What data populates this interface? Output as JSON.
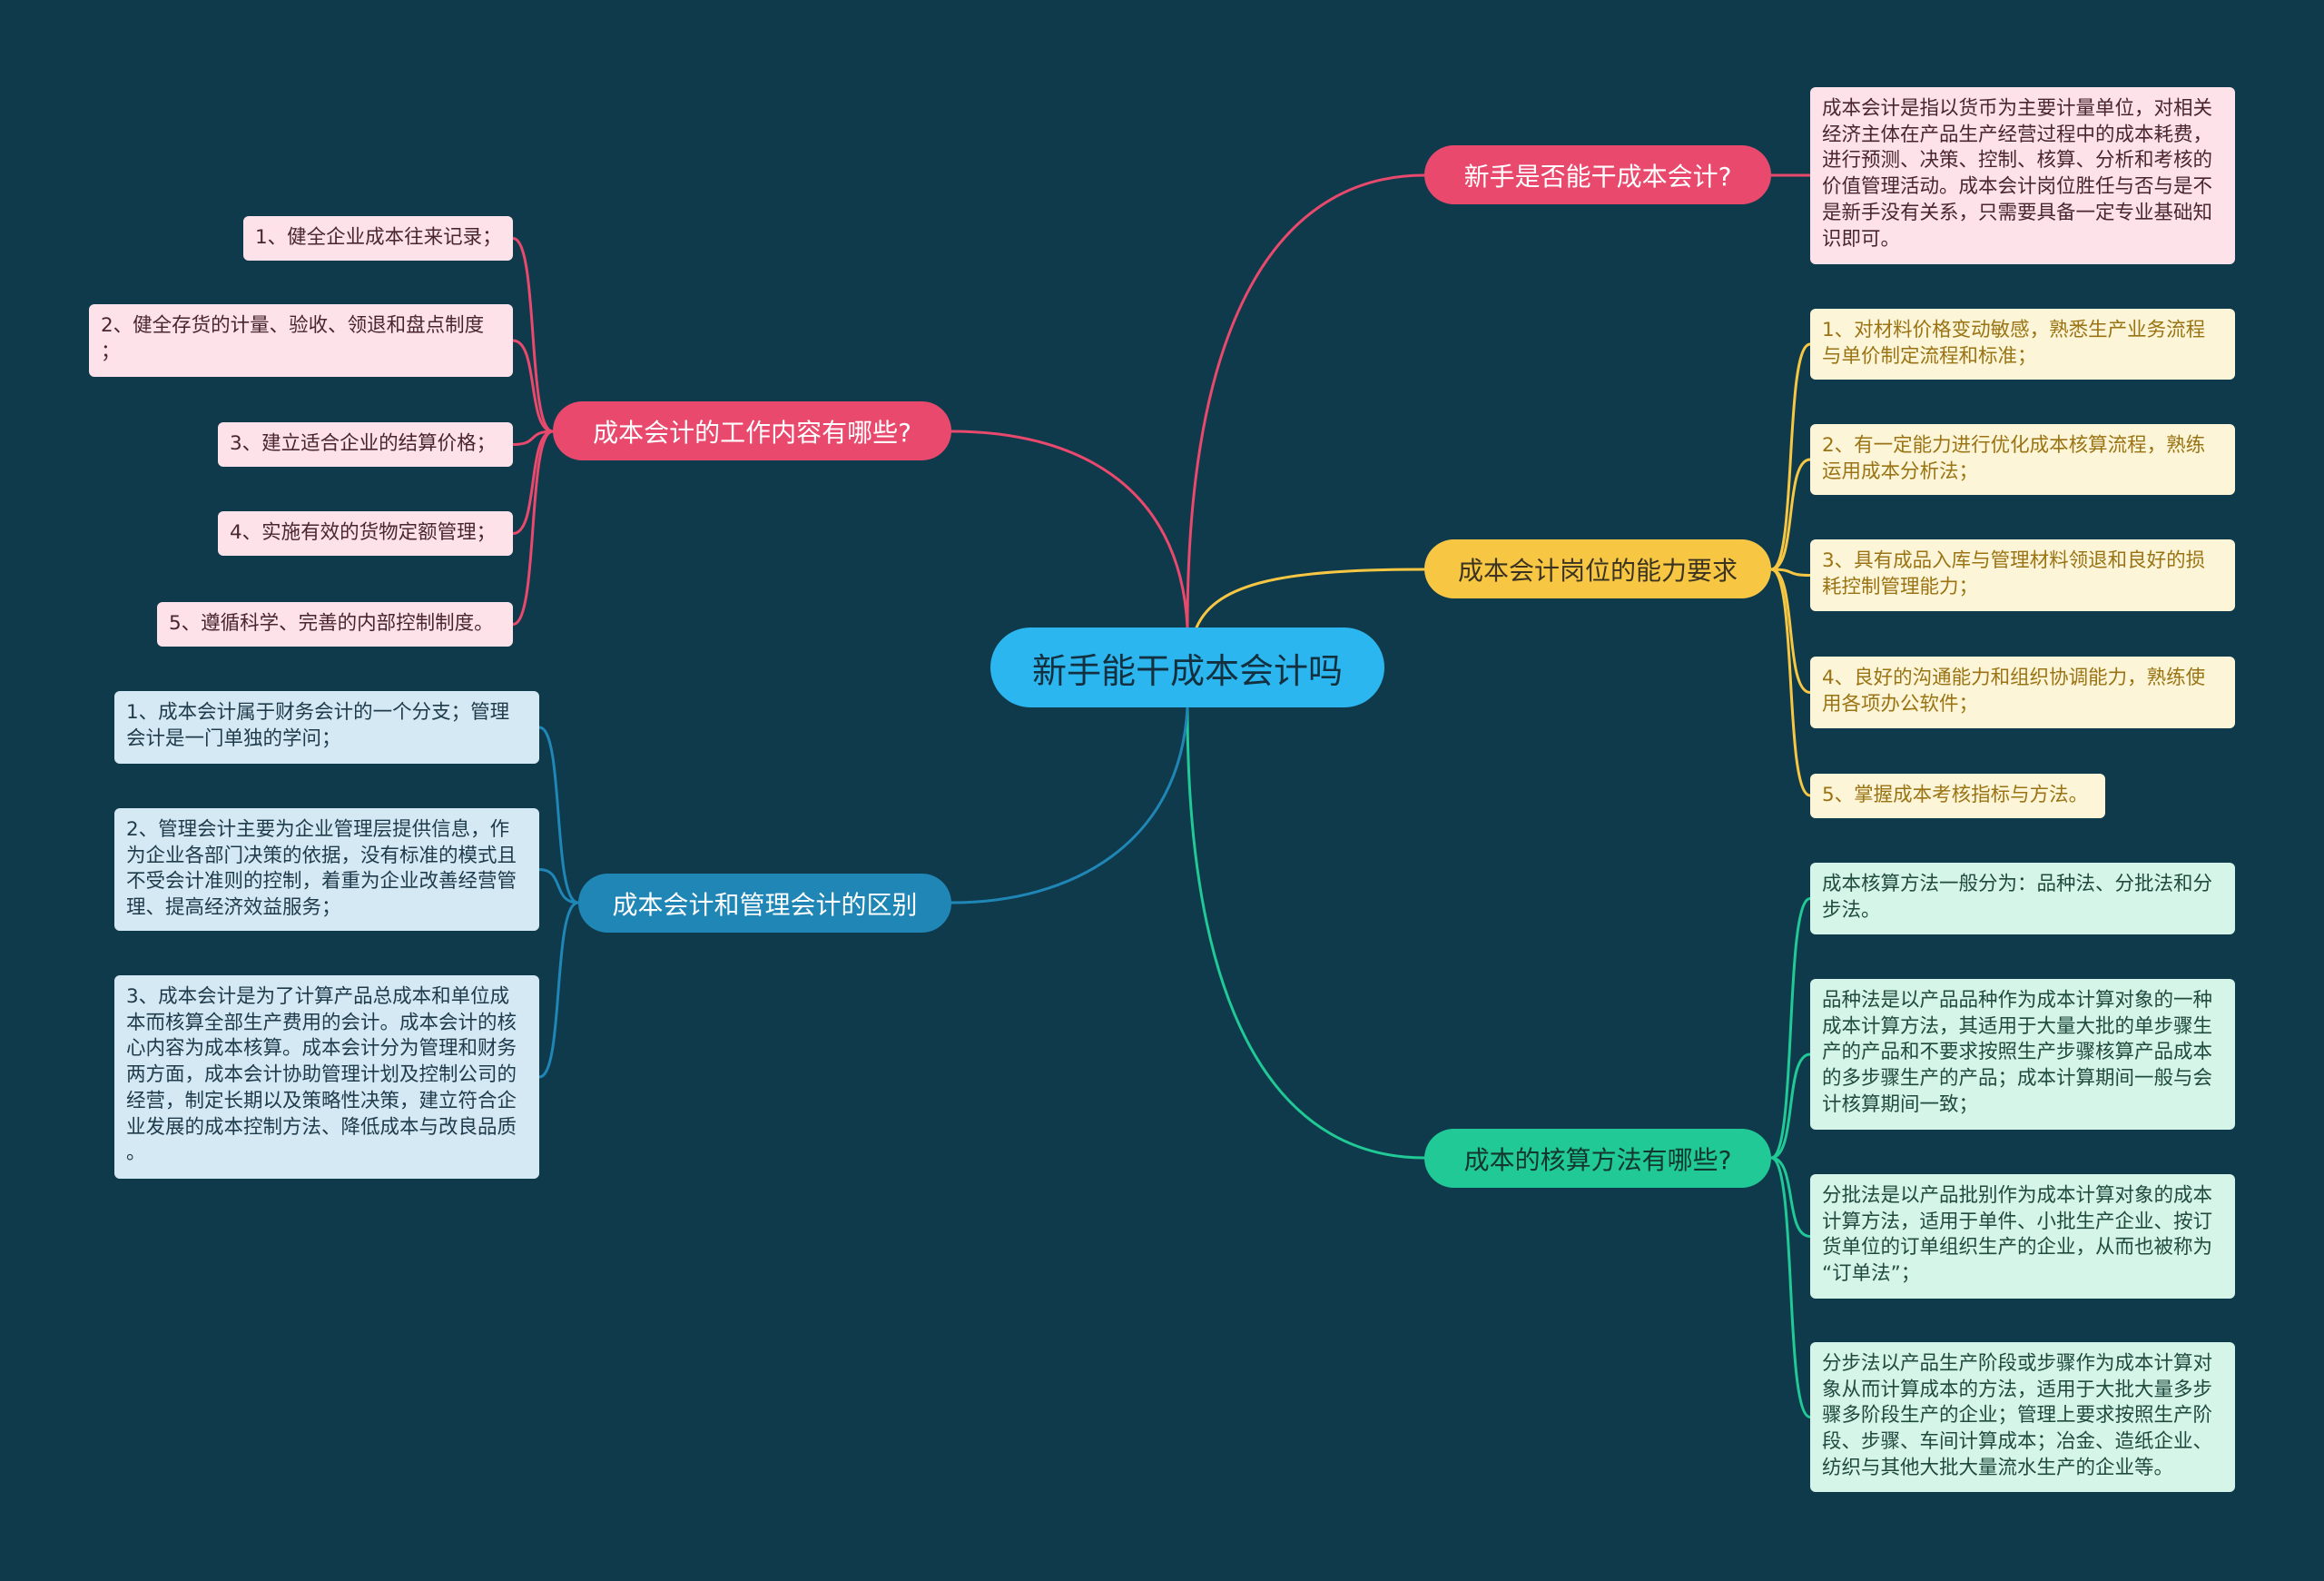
{
  "background": "#0e3a4c",
  "center": {
    "label": "新手能干成本会计吗",
    "color": "#2bb6ef",
    "text_color": "#12303f"
  },
  "branches": [
    {
      "label": "新手是否能干成本会计?",
      "color": "#e8496c",
      "text_color": "#ffffff",
      "leaf_bg": "#fde3e9",
      "leaf_text": "#4a2530",
      "leaves": [
        {
          "lines": [
            "成本会计是指以货币为主要计量单位，对相关",
            "经济主体在产品生产经营过程中的成本耗费，",
            "进行预测、决策、控制、核算、分析和考核的",
            "价值管理活动。成本会计岗位胜任与否与是不",
            "是新手没有关系，只需要具备一定专业基础知",
            "识即可。"
          ]
        }
      ]
    },
    {
      "label": "成本会计岗位的能力要求",
      "color": "#f7c744",
      "text_color": "#3b3320",
      "leaf_bg": "#fdf5d7",
      "leaf_text": "#9a7414",
      "leaves": [
        {
          "lines": [
            "1、对材料价格变动敏感，熟悉生产业务流程",
            "与单价制定流程和标准；"
          ]
        },
        {
          "lines": [
            "2、有一定能力进行优化成本核算流程，熟练",
            "运用成本分析法；"
          ]
        },
        {
          "lines": [
            "3、具有成品入库与管理材料领退和良好的损",
            "耗控制管理能力；"
          ]
        },
        {
          "lines": [
            "4、良好的沟通能力和组织协调能力，熟练使",
            "用各项办公软件；"
          ]
        },
        {
          "lines": [
            "5、掌握成本考核指标与方法。"
          ]
        }
      ]
    },
    {
      "label": "成本的核算方法有哪些?",
      "color": "#20c996",
      "text_color": "#13362d",
      "leaf_bg": "#d5f5e9",
      "leaf_text": "#214a3f",
      "leaves": [
        {
          "lines": [
            "成本核算方法一般分为：品种法、分批法和分",
            "步法。"
          ]
        },
        {
          "lines": [
            "品种法是以产品品种作为成本计算对象的一种",
            "成本计算方法，其适用于大量大批的单步骤生",
            "产的产品和不要求按照生产步骤核算产品成本",
            "的多步骤生产的产品；成本计算期间一般与会",
            "计核算期间一致；"
          ]
        },
        {
          "lines": [
            "分批法是以产品批别作为成本计算对象的成本",
            "计算方法，适用于单件、小批生产企业、按订",
            "货单位的订单组织生产的企业，从而也被称为",
            "“订单法”；"
          ]
        },
        {
          "lines": [
            "分步法以产品生产阶段或步骤作为成本计算对",
            "象从而计算成本的方法，适用于大批大量多步",
            "骤多阶段生产的企业；管理上要求按照生产阶",
            "段、步骤、车间计算成本；冶金、造纸企业、",
            "纺织与其他大批大量流水生产的企业等。"
          ]
        }
      ]
    },
    {
      "label": "成本会计的工作内容有哪些?",
      "color": "#e8496c",
      "text_color": "#ffffff",
      "leaf_bg": "#fde3e9",
      "leaf_text": "#4a2530",
      "leaves": [
        {
          "lines": [
            "1、健全企业成本往来记录；"
          ]
        },
        {
          "lines": [
            "2、健全存货的计量、验收、领退和盘点制度",
            "；"
          ]
        },
        {
          "lines": [
            "3、建立适合企业的结算价格；"
          ]
        },
        {
          "lines": [
            "4、实施有效的货物定额管理；"
          ]
        },
        {
          "lines": [
            "5、遵循科学、完善的内部控制制度。"
          ]
        }
      ]
    },
    {
      "label": "成本会计和管理会计的区别",
      "color": "#1f86b6",
      "text_color": "#ffffff",
      "leaf_bg": "#d4e9f3",
      "leaf_text": "#1f3b4b",
      "leaves": [
        {
          "lines": [
            "1、成本会计属于财务会计的一个分支；管理",
            "会计是一门单独的学问；"
          ]
        },
        {
          "lines": [
            "2、管理会计主要为企业管理层提供信息，作",
            "为企业各部门决策的依据，没有标准的模式且",
            "不受会计准则的控制，着重为企业改善经营管",
            "理、提高经济效益服务；"
          ]
        },
        {
          "lines": [
            "3、成本会计是为了计算产品总成本和单位成",
            "本而核算全部生产费用的会计。成本会计的核",
            "心内容为成本核算。成本会计分为管理和财务",
            "两方面，成本会计协助管理计划及控制公司的",
            "经营，制定长期以及策略性决策，建立符合企",
            "业发展的成本控制方法、降低成本与改良品质",
            "。"
          ]
        }
      ]
    }
  ]
}
